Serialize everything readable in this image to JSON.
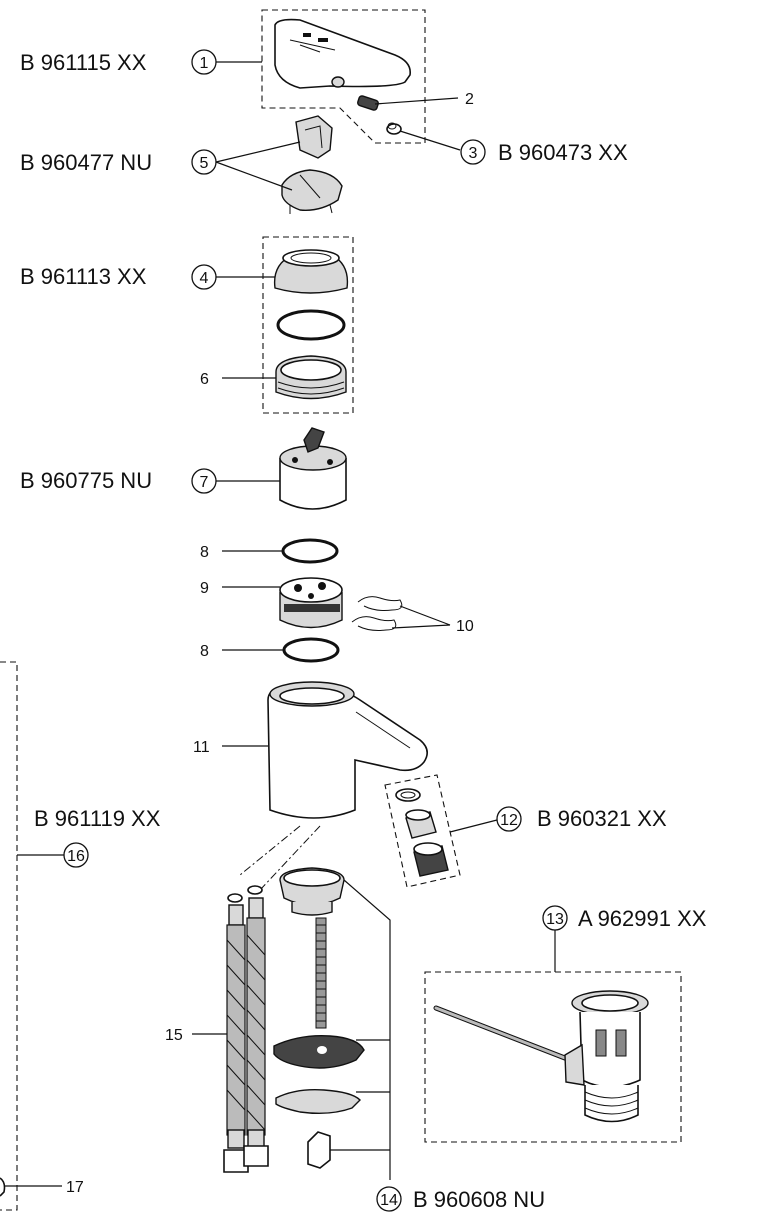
{
  "callouts": {
    "c1": {
      "num": "1",
      "code": "B 961115 XX"
    },
    "c2": {
      "num": "2"
    },
    "c3": {
      "num": "3",
      "code": "B 960473 XX"
    },
    "c4": {
      "num": "4",
      "code": "B 961113 XX"
    },
    "c5": {
      "num": "5",
      "code": "B 960477 NU"
    },
    "c6": {
      "num": "6"
    },
    "c7": {
      "num": "7",
      "code": "B 960775 NU"
    },
    "c8a": {
      "num": "8"
    },
    "c8b": {
      "num": "8"
    },
    "c9": {
      "num": "9"
    },
    "c10": {
      "num": "10"
    },
    "c11": {
      "num": "11"
    },
    "c12": {
      "num": "12",
      "code": "B 960321 XX"
    },
    "c13": {
      "num": "13",
      "code": "A 962991 XX"
    },
    "c14": {
      "num": "14",
      "code": "B 960608 NU"
    },
    "c15": {
      "num": "15"
    },
    "c16": {
      "num": "16",
      "code": "B 961119 XX"
    },
    "c17": {
      "num": "17"
    }
  }
}
